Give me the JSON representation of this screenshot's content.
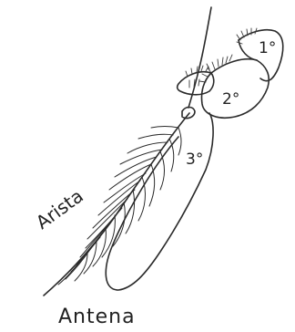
{
  "labels": {
    "segment_1": "1°",
    "segment_2": "2°",
    "segment_3": "3°",
    "arista": "Arista",
    "caption": "Antena"
  }
}
